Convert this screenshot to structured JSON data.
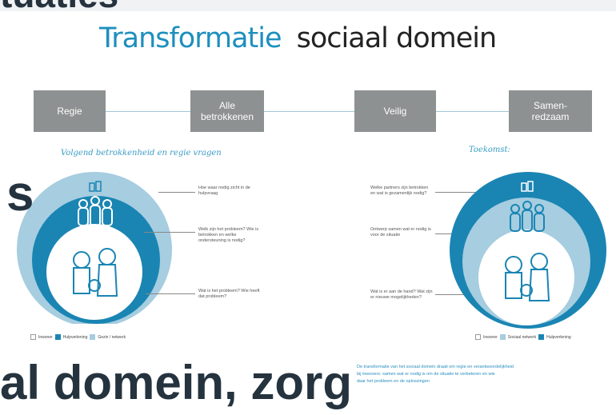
{
  "overlay": {
    "top_fragment": "tuaties",
    "side_fragment": "s",
    "bottom_fragment": "al domein, zorg"
  },
  "slide": {
    "title_part1": "Transformatie",
    "title_part2": "sociaal domein",
    "steps": [
      "Regie",
      "Alle betrokkenen",
      "Veilig",
      "Samen-redzaam"
    ],
    "left_subtitle": "Volgend betrokkenheid en regie vragen",
    "right_subtitle": "Toekomst:",
    "left_notes": [
      "Hoe waar nodig zicht in de hulpvraag",
      "Welk zijn het probleem? Wie is betrokken en welke ondersteuning is nodig?",
      "Wat is het probleem? Wie heeft dat probleem?"
    ],
    "right_notes": [
      "Welke partners zijn betrokken en wat is gezamenlijk nodig?",
      "Ontwerp samen wat er nodig is voor de situatie",
      "Wat is er aan de hand? Wat zijn er nieuwe mogelijkheden?"
    ],
    "left_legend": [
      "Inwoner",
      "Hulpverlening",
      "Gezin / netwerk"
    ],
    "right_legend": [
      "Inwoner",
      "Sociaal netwerk",
      "Hulpverlening"
    ],
    "footnote_lines": [
      "De transformatie van het sociaal domein draait om regie en verantwoordelijkheid",
      "bij inwoners: samen wat er nodig is om de situatie te verbeteren en wie",
      "daar het probleem en de oplossingen"
    ]
  },
  "colors": {
    "title_blue": "#1d8fbe",
    "step_gray": "#8e9191",
    "light_blue": "#9cc7dc",
    "dark_blue": "#1a85b3",
    "overlay_text": "#25333f"
  }
}
